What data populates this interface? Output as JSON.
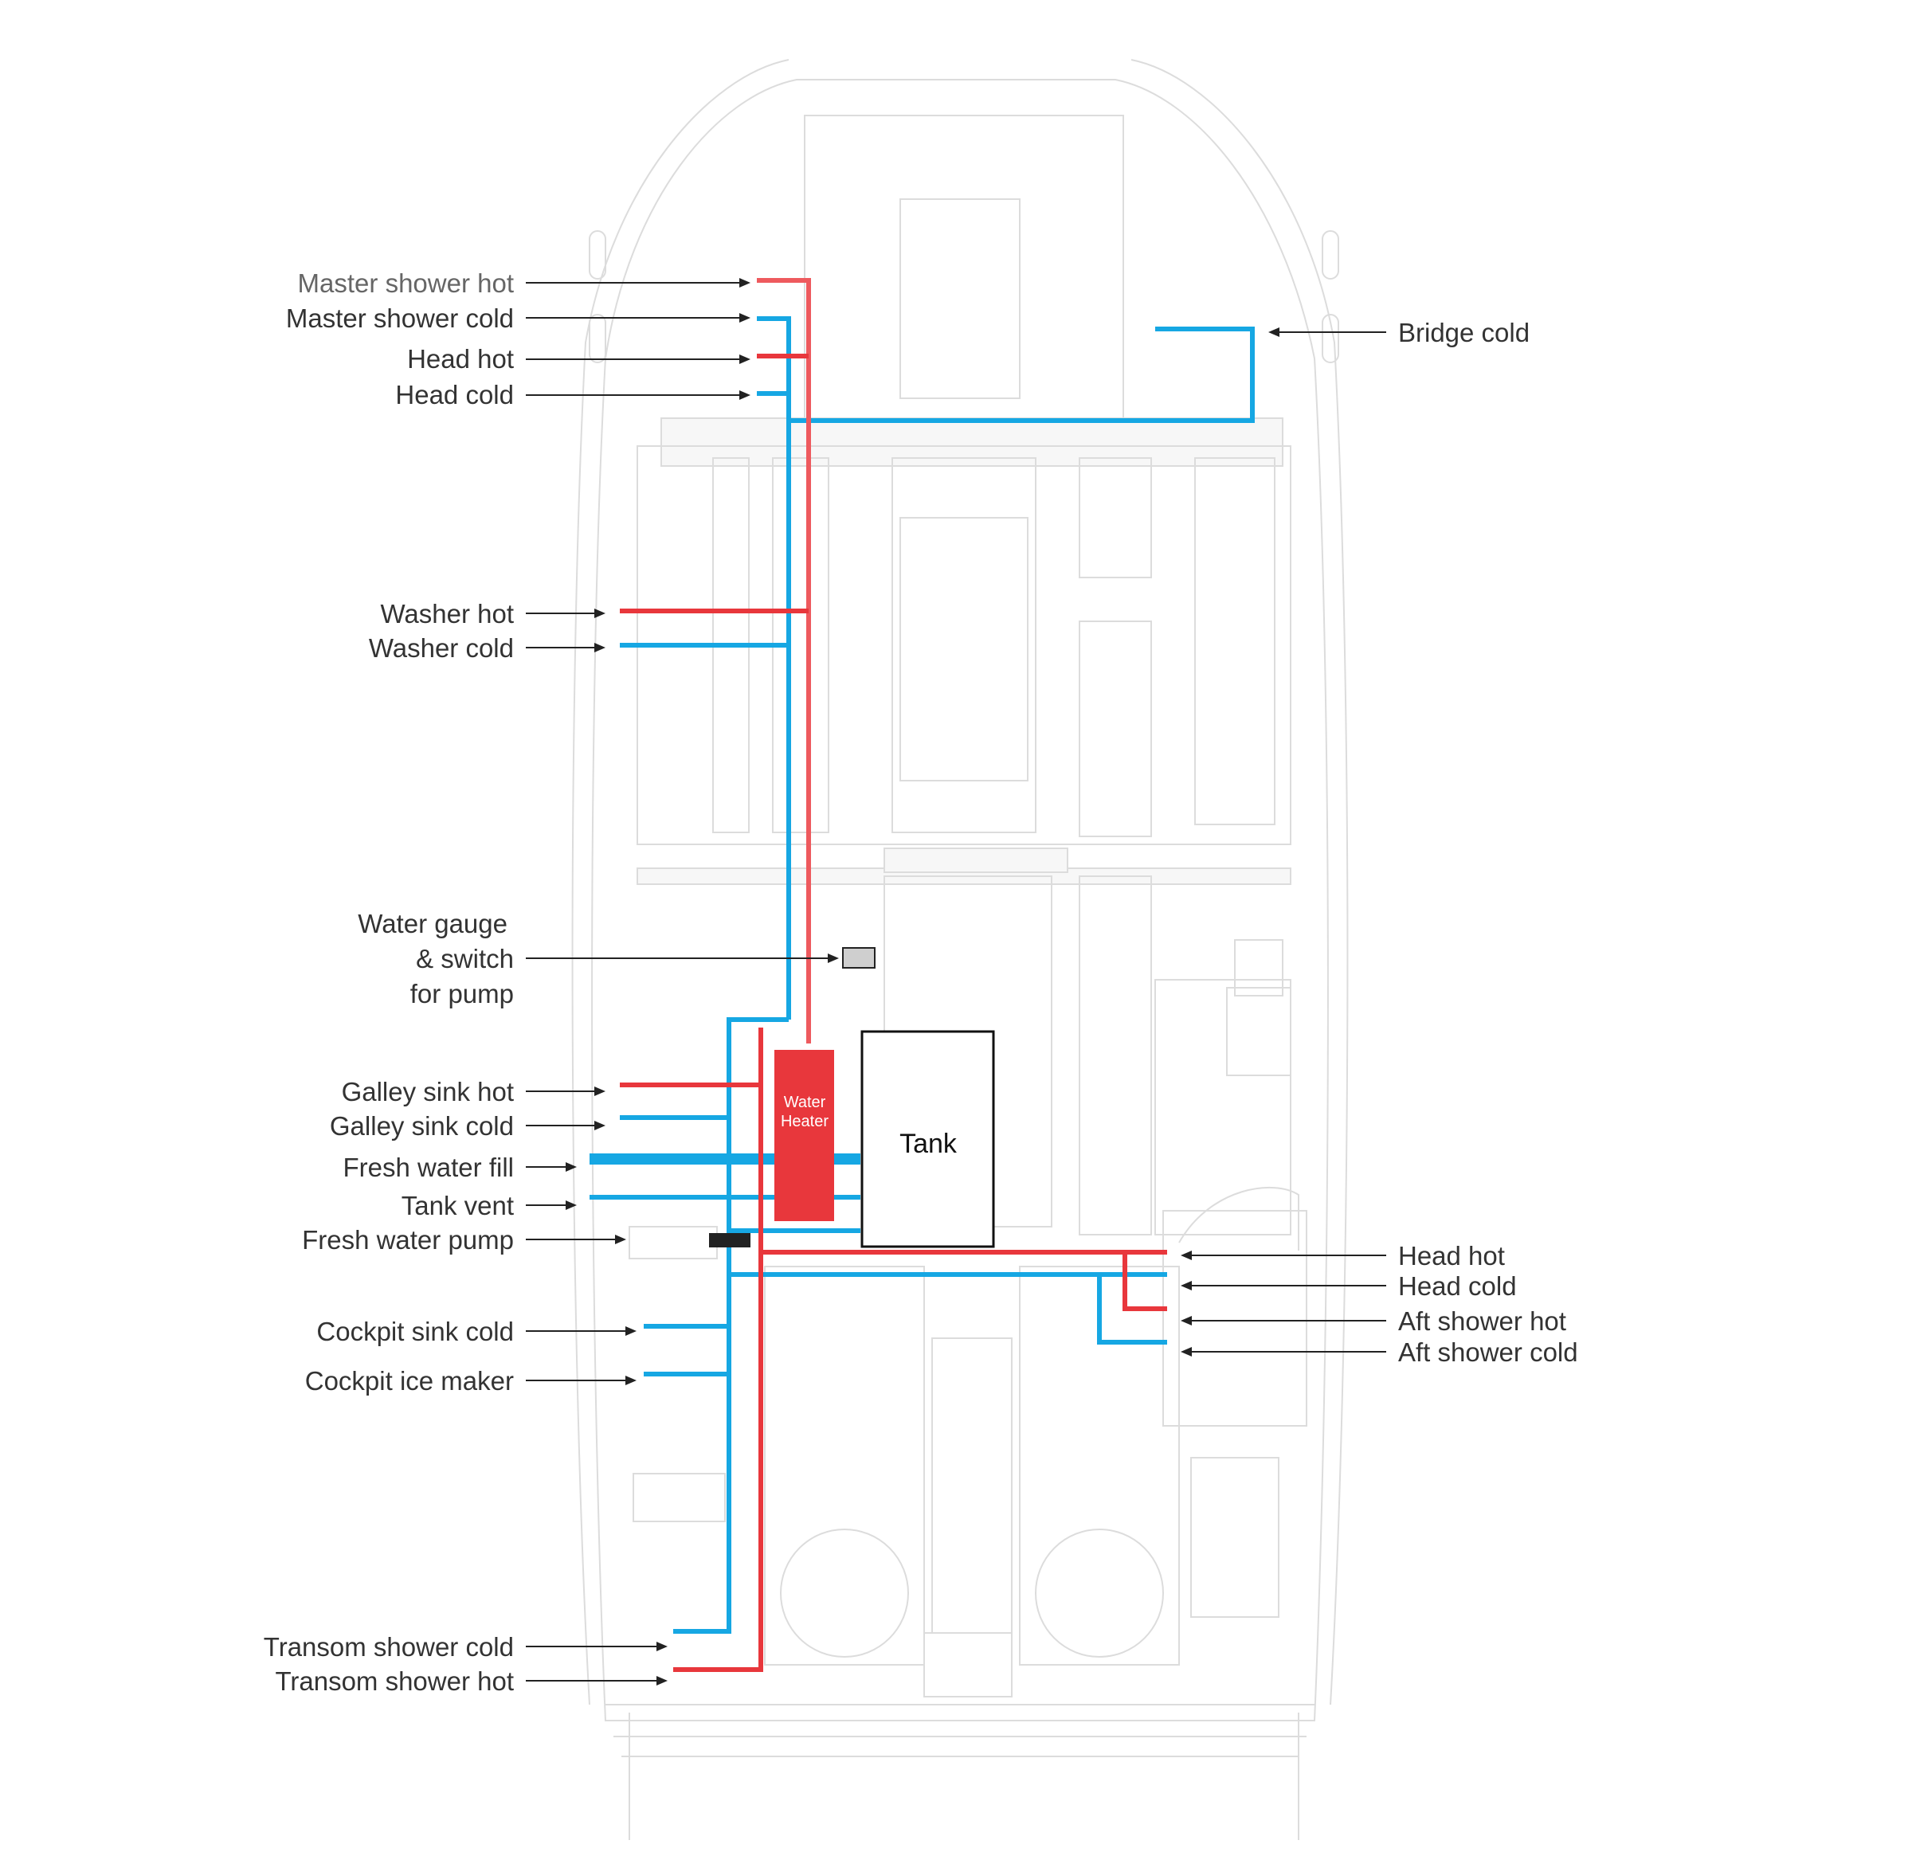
{
  "labels_left": [
    {
      "id": "master-shower-hot",
      "text": "Master shower hot",
      "grey": true
    },
    {
      "id": "master-shower-cold",
      "text": "Master shower cold"
    },
    {
      "id": "head-hot-fwd",
      "text": "Head hot"
    },
    {
      "id": "head-cold-fwd",
      "text": "Head cold"
    },
    {
      "id": "washer-hot",
      "text": "Washer hot"
    },
    {
      "id": "washer-cold",
      "text": "Washer cold"
    },
    {
      "id": "water-gauge",
      "lines": [
        "Water gauge",
        "& switch",
        "for pump"
      ]
    },
    {
      "id": "galley-sink-hot",
      "text": "Galley sink hot"
    },
    {
      "id": "galley-sink-cold",
      "text": "Galley sink cold"
    },
    {
      "id": "fresh-water-fill",
      "text": "Fresh water fill"
    },
    {
      "id": "tank-vent",
      "text": "Tank vent"
    },
    {
      "id": "fresh-water-pump",
      "text": "Fresh water pump"
    },
    {
      "id": "cockpit-sink-cold",
      "text": "Cockpit sink cold"
    },
    {
      "id": "cockpit-ice-maker",
      "text": "Cockpit ice maker"
    },
    {
      "id": "transom-shower-cold",
      "text": "Transom shower cold"
    },
    {
      "id": "transom-shower-hot",
      "text": "Transom shower hot"
    }
  ],
  "labels_right": [
    {
      "id": "bridge-cold",
      "text": "Bridge cold"
    },
    {
      "id": "head-hot-aft",
      "text": "Head hot"
    },
    {
      "id": "head-cold-aft",
      "text": "Head cold"
    },
    {
      "id": "aft-shower-hot",
      "text": "Aft shower hot"
    },
    {
      "id": "aft-shower-cold",
      "text": "Aft shower cold"
    }
  ],
  "components": {
    "water_heater": [
      "Water",
      "Heater"
    ],
    "tank": "Tank"
  },
  "colors": {
    "hot": "#e8373c",
    "hot_light": "#ee5a5e",
    "cold": "#16a7e3",
    "hull": "#dcdcdc",
    "text": "#333333"
  }
}
